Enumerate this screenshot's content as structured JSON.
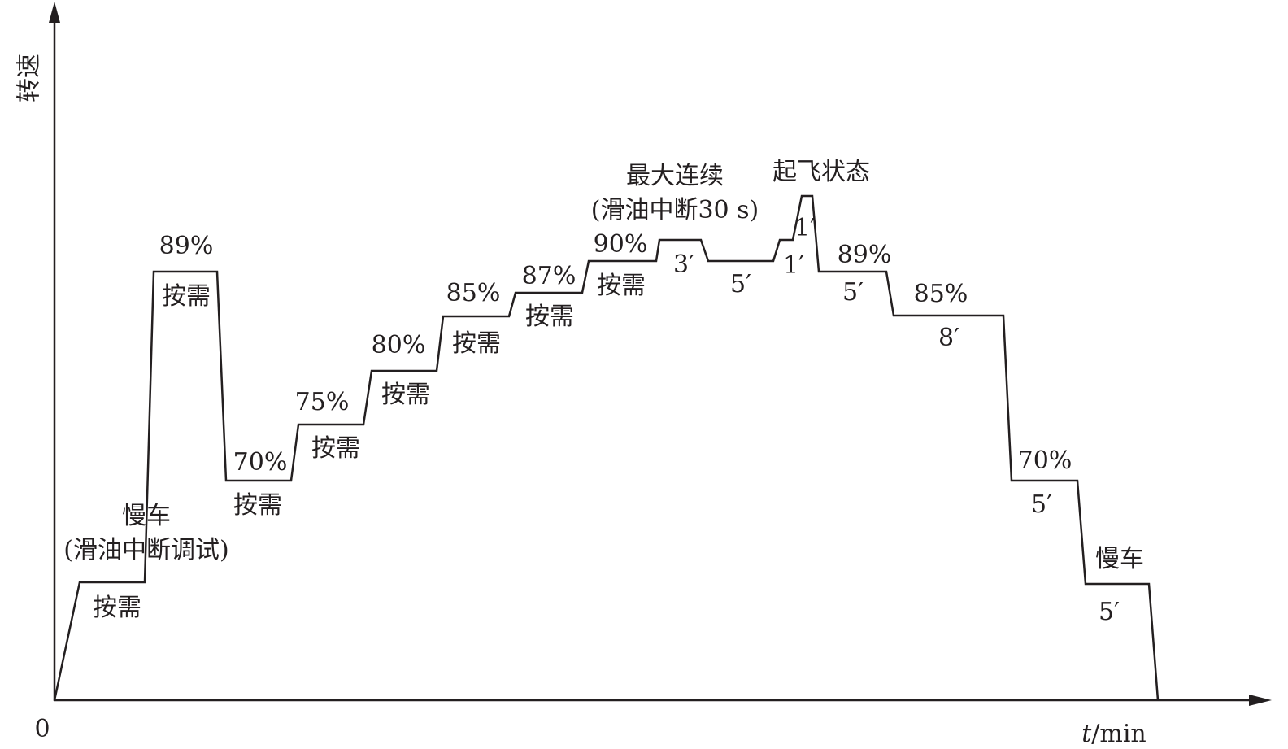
{
  "axes": {
    "y_label": "转速",
    "x_label_italic": "t",
    "x_label_unit": "/min",
    "origin_label": "0"
  },
  "labels": {
    "manqe_title": "慢车",
    "manqe_sub": "(滑油中断调试)",
    "manqe_demand": "按需",
    "p89_top": "89%",
    "p89_demand": "按需",
    "p70_top": "70%",
    "p70_demand": "按需",
    "p75_top": "75%",
    "p75_demand": "按需",
    "p80_top": "80%",
    "p80_demand": "按需",
    "p85_top": "85%",
    "p85_demand": "按需",
    "p87_top": "87%",
    "p87_demand": "按需",
    "p90_top": "90%",
    "p90_demand": "按需",
    "max_cont_title": "最大连续",
    "max_cont_sub": "(滑油中断30 s)",
    "dur_3": "3′",
    "dur_5a": "5′",
    "takeoff_title": "起飞状态",
    "dur_1_top": "1′",
    "dur_1_bottom": "1′",
    "p89b_top": "89%",
    "dur_5b": "5′",
    "p85b_top": "85%",
    "dur_8": "8′",
    "p70b_top": "70%",
    "dur_5c": "5′",
    "manqe_end_title": "慢车",
    "dur_5d": "5′"
  },
  "colors": {
    "line": "#231f20"
  }
}
